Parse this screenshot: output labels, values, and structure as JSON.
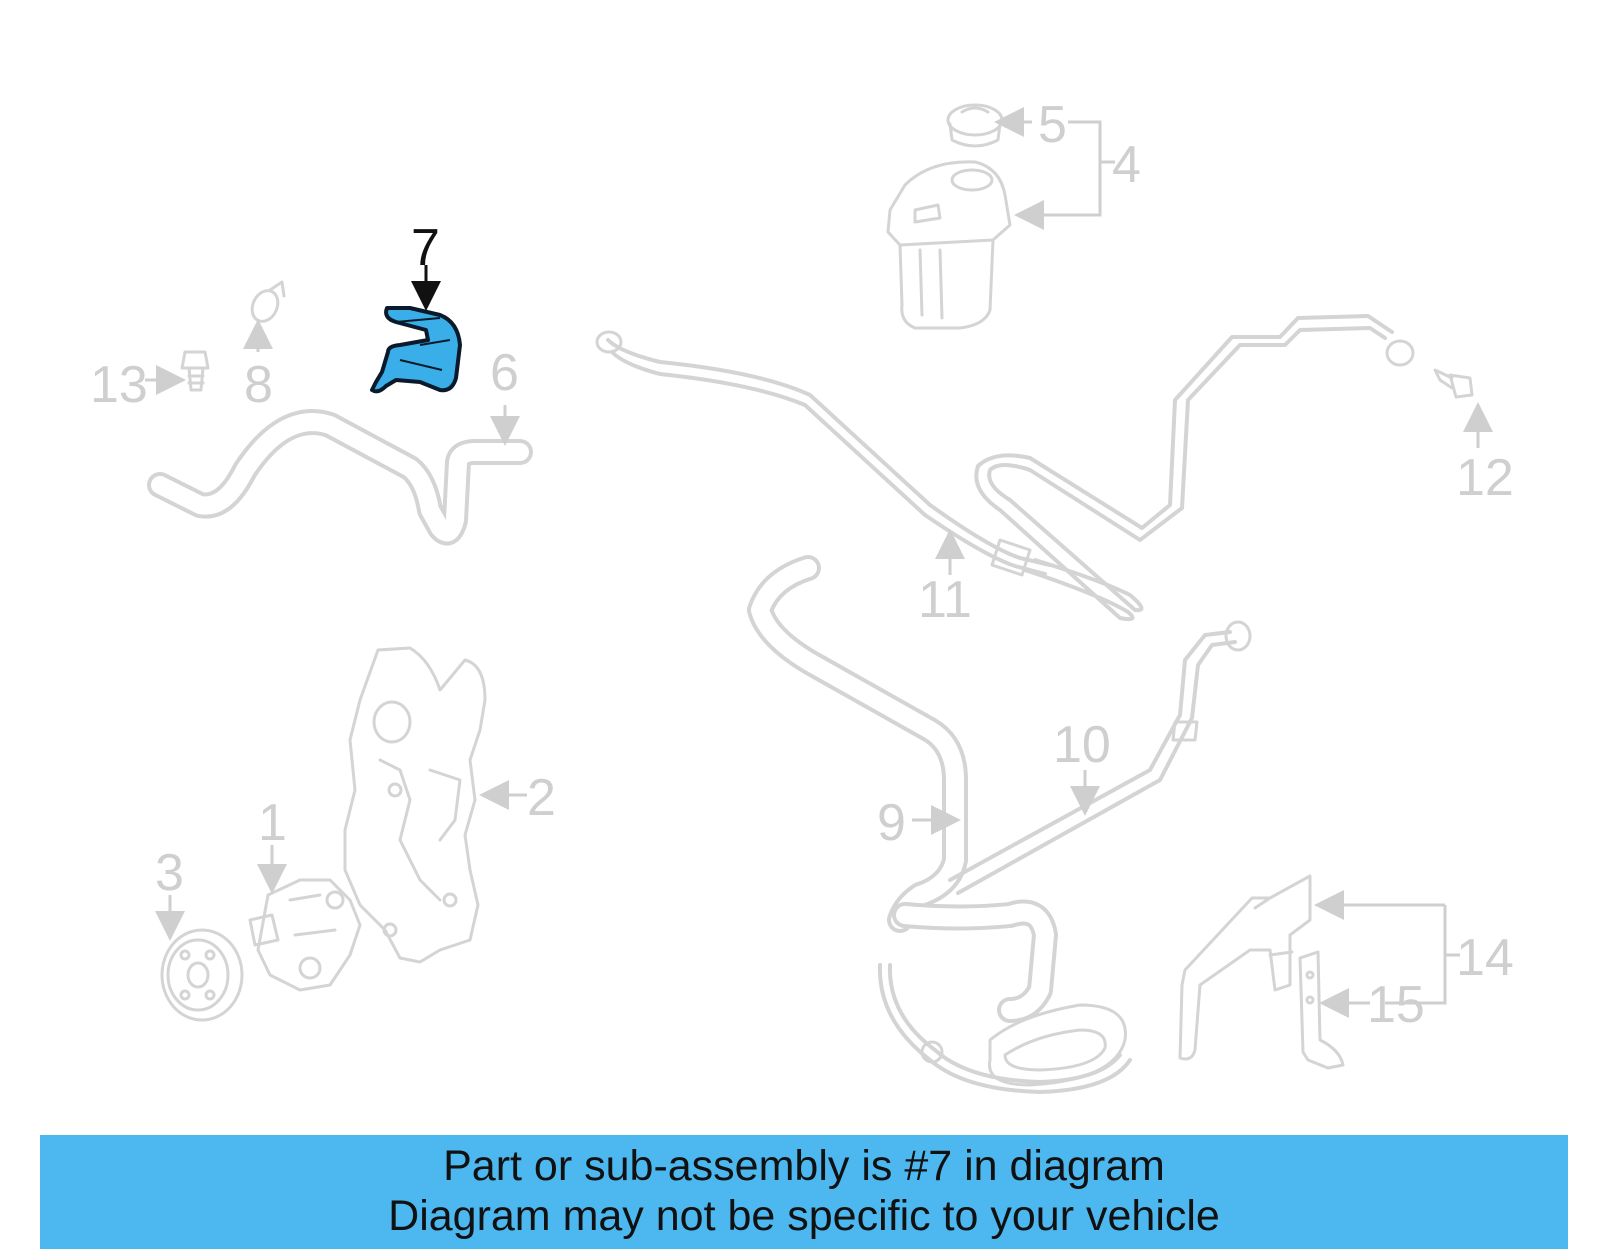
{
  "callouts": {
    "c1": "1",
    "c2": "2",
    "c3": "3",
    "c4": "4",
    "c5": "5",
    "c6": "6",
    "c7": "7",
    "c8": "8",
    "c9": "9",
    "c10": "10",
    "c11": "11",
    "c12": "12",
    "c13": "13",
    "c14": "14",
    "c15": "15"
  },
  "highlight": {
    "part": "7",
    "color": "#3aaee8"
  },
  "banner": {
    "line1": "Part or sub-assembly is #7 in diagram",
    "line2": "Diagram may not be specific to your vehicle",
    "color": "#4db8f0"
  }
}
